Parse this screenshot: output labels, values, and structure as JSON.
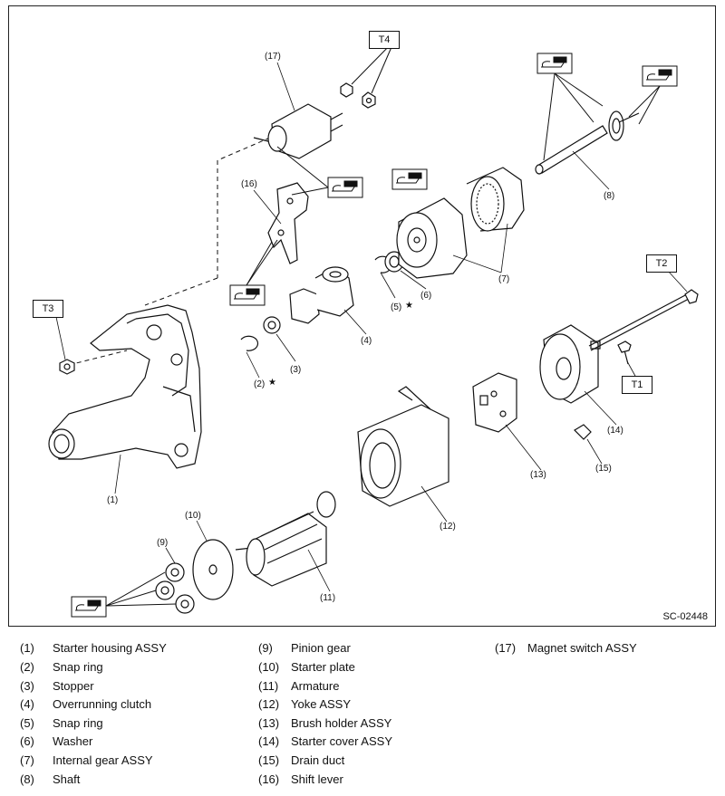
{
  "diagram": {
    "code": "SC-02448",
    "torque_labels": [
      "T1",
      "T2",
      "T3",
      "T4"
    ],
    "callouts": {
      "c1": "(1)",
      "c2": "(2)",
      "c3": "(3)",
      "c4": "(4)",
      "c5": "(5)",
      "c6": "(6)",
      "c7": "(7)",
      "c8": "(8)",
      "c9": "(9)",
      "c10": "(10)",
      "c11": "(11)",
      "c12": "(12)",
      "c13": "(13)",
      "c14": "(14)",
      "c15": "(15)",
      "c16": "(16)",
      "c17": "(17)"
    },
    "star": "★",
    "grease_icon": "grease-application-icon"
  },
  "legend": [
    {
      "num": "(1)",
      "name": "Starter housing ASSY"
    },
    {
      "num": "(2)",
      "name": "Snap ring"
    },
    {
      "num": "(3)",
      "name": "Stopper"
    },
    {
      "num": "(4)",
      "name": "Overrunning clutch"
    },
    {
      "num": "(5)",
      "name": "Snap ring"
    },
    {
      "num": "(6)",
      "name": "Washer"
    },
    {
      "num": "(7)",
      "name": "Internal gear ASSY"
    },
    {
      "num": "(8)",
      "name": "Shaft"
    },
    {
      "num": "(9)",
      "name": "Pinion gear"
    },
    {
      "num": "(10)",
      "name": "Starter plate"
    },
    {
      "num": "(11)",
      "name": "Armature"
    },
    {
      "num": "(12)",
      "name": "Yoke ASSY"
    },
    {
      "num": "(13)",
      "name": "Brush holder ASSY"
    },
    {
      "num": "(14)",
      "name": "Starter cover ASSY"
    },
    {
      "num": "(15)",
      "name": "Drain duct"
    },
    {
      "num": "(16)",
      "name": "Shift lever"
    },
    {
      "num": "(17)",
      "name": "Magnet switch ASSY"
    }
  ]
}
